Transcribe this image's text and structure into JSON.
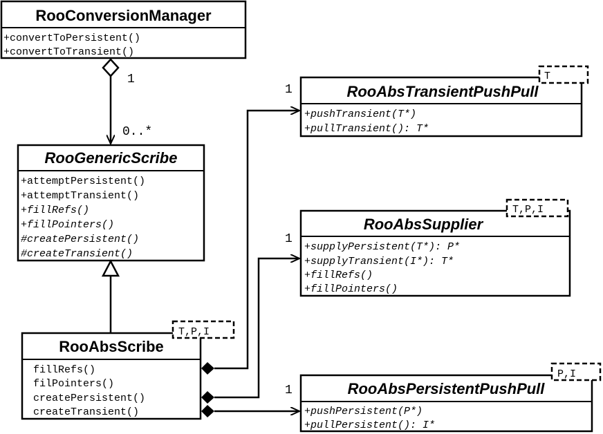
{
  "classes": {
    "conversion_manager": {
      "name": "RooConversionManager",
      "members": [
        "+convertToPersistent()",
        "+convertToTransient()"
      ]
    },
    "generic_scribe": {
      "name": "RooGenericScribe",
      "members": [
        "+attemptPersistent()",
        "+attemptTransient()",
        "+fillRefs()",
        "+fillPointers()",
        "#createPersistent()",
        "#createTransient()"
      ]
    },
    "abs_scribe": {
      "name": "RooAbsScribe",
      "template_params": "T,P,I",
      "members": [
        "fillRefs()",
        "filPointers()",
        "createPersistent()",
        "createTransient()"
      ]
    },
    "transient_push_pull": {
      "name": "RooAbsTransientPushPull",
      "template_params": "T",
      "members": [
        "+pushTransient(T*)",
        "+pullTransient(): T*"
      ]
    },
    "abs_supplier": {
      "name": "RooAbsSupplier",
      "template_params": "T,P,I",
      "members": [
        "+supplyPersistent(T*): P*",
        "+supplyTransient(I*): T*",
        "+fillRefs()",
        "+fillPointers()"
      ]
    },
    "persistent_push_pull": {
      "name": "RooAbsPersistentPushPull",
      "template_params": "P,I",
      "members": [
        "+pushPersistent(P*)",
        "+pullPersistent(): I*"
      ]
    }
  },
  "multiplicities": {
    "manager_end": "1",
    "scribe_end": "0..*",
    "transient_end": "1",
    "supplier_end": "1",
    "persistent_end": "1"
  }
}
